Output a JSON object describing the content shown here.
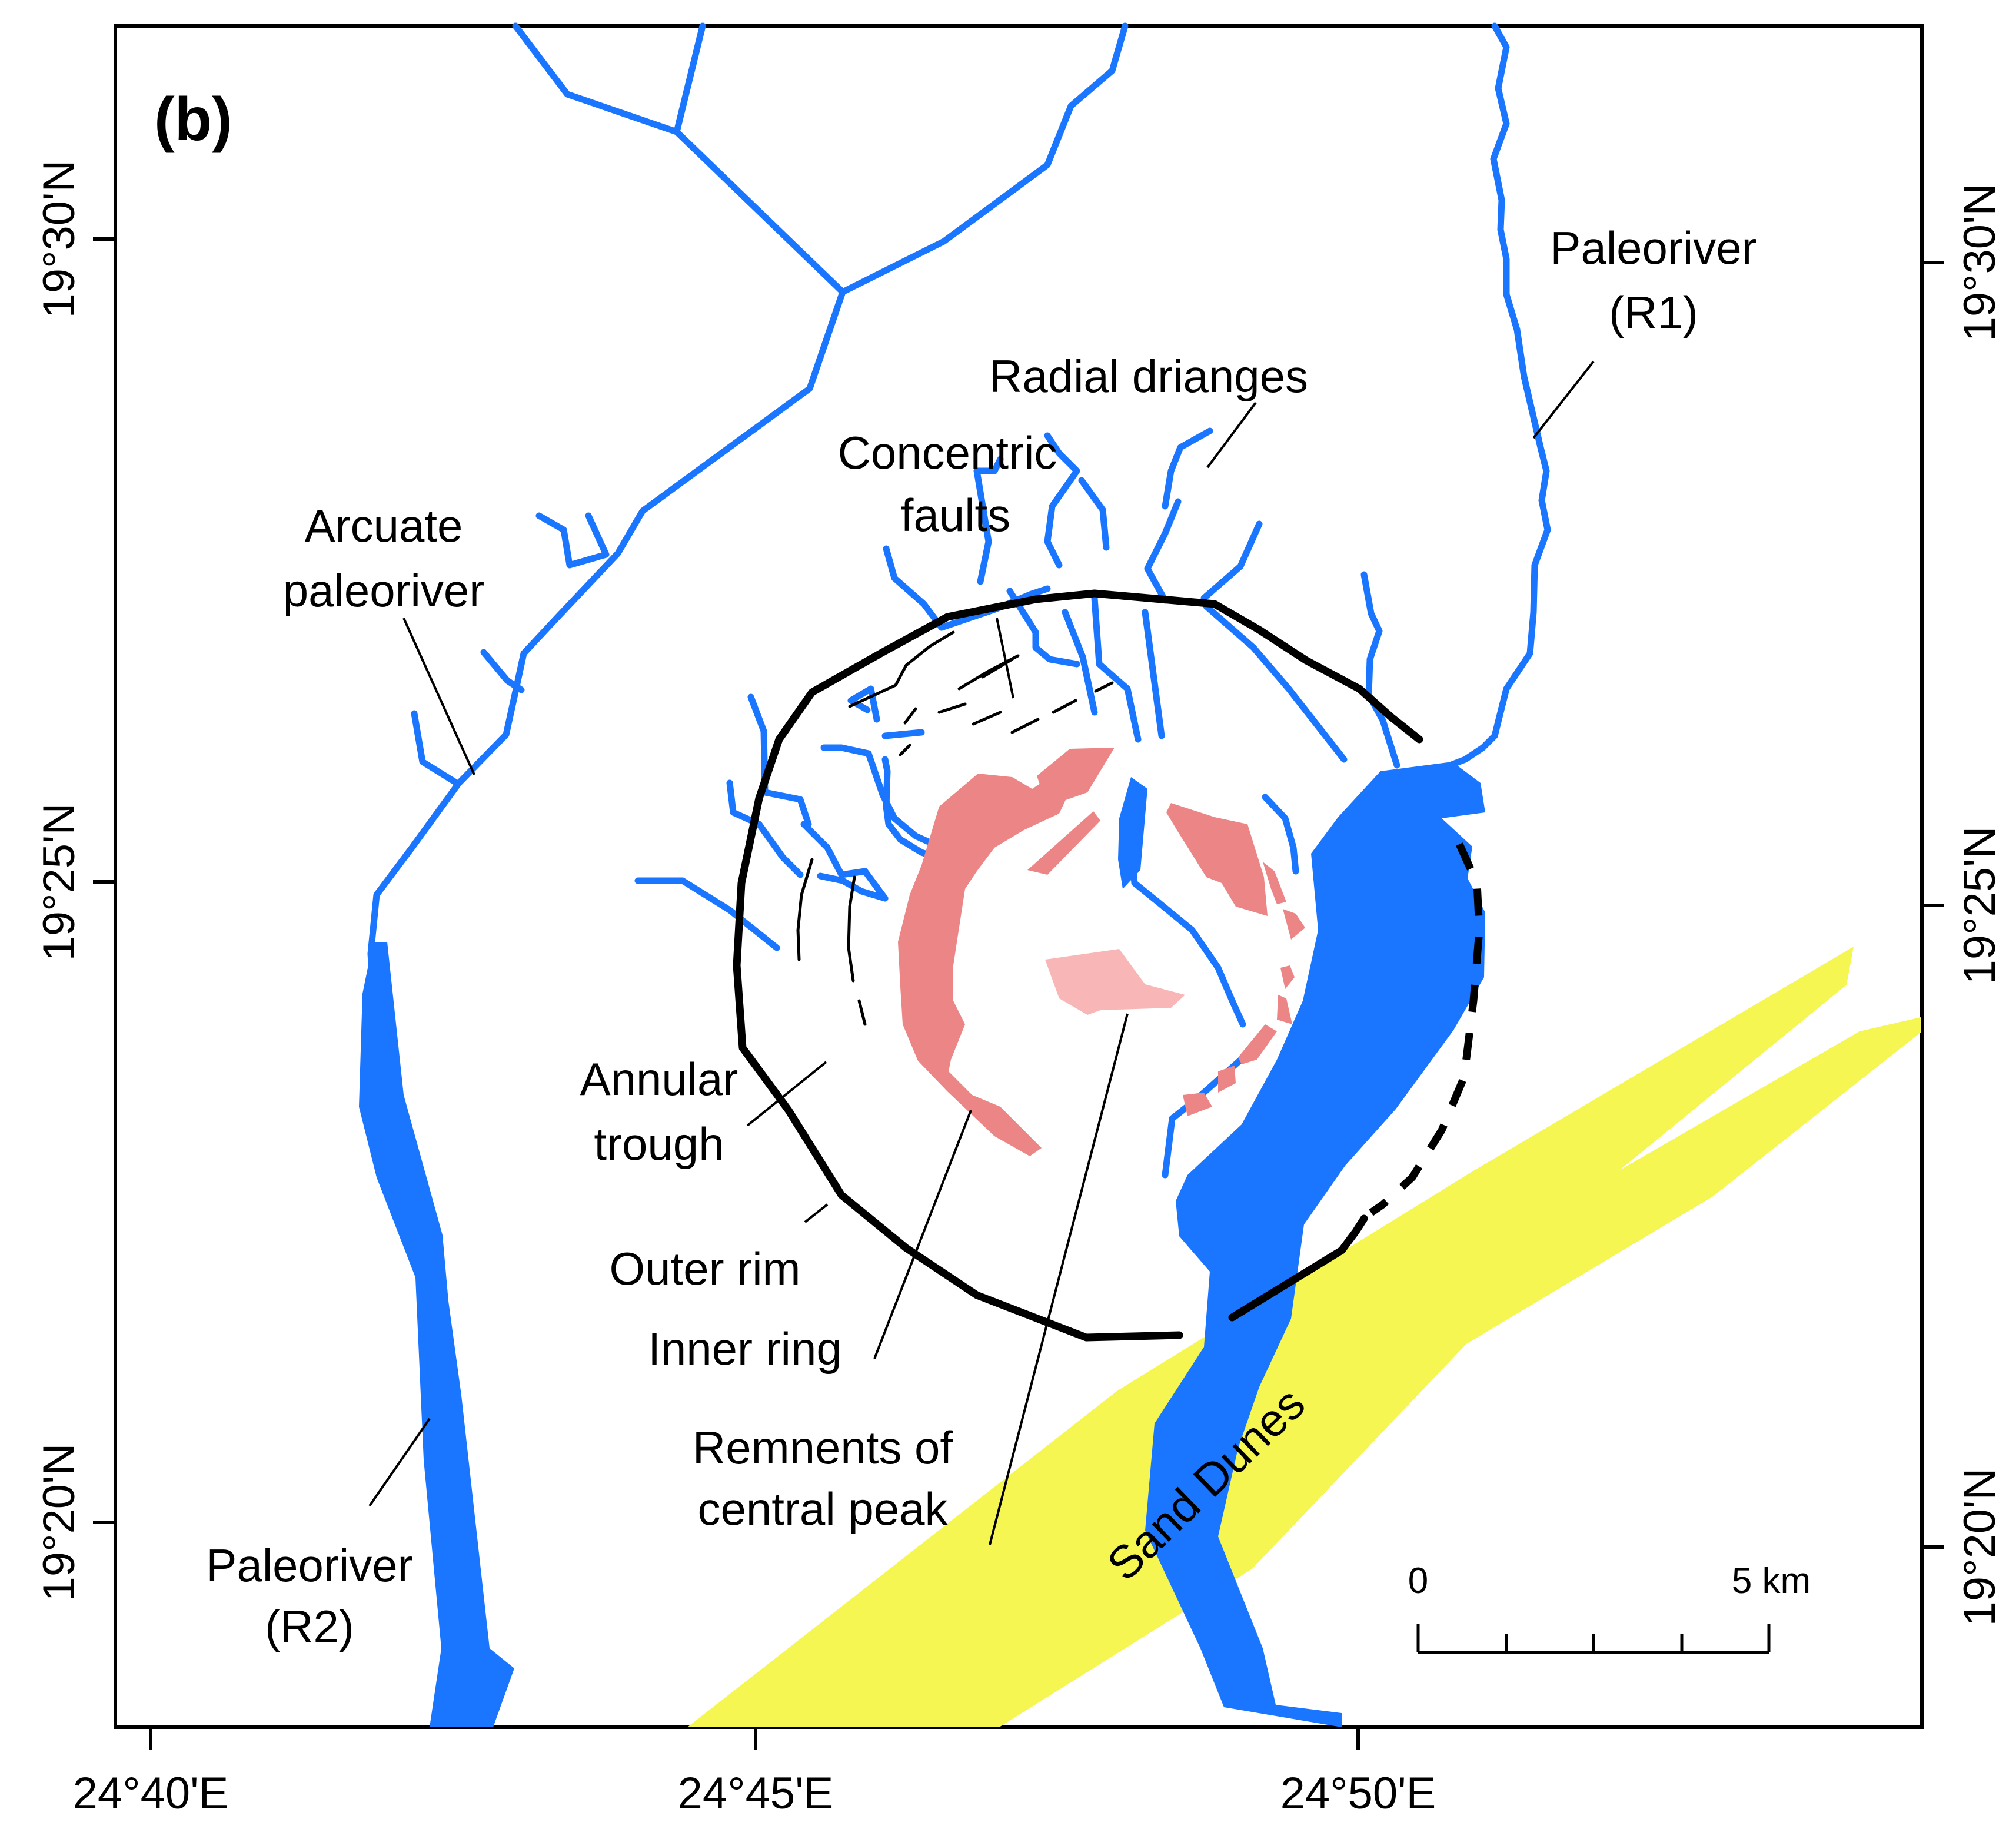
{
  "panel_label": "(b)",
  "axes": {
    "bottom_longitudes": [
      "24°40'E",
      "24°45'E",
      "24°50'E"
    ],
    "left_latitudes": [
      "19°30'N",
      "19°25'N",
      "19°20'N"
    ],
    "right_latitudes": [
      "19°30'N",
      "19°25'N",
      "19°20'N"
    ]
  },
  "labels": {
    "paleoriver_r1_line1": "Paleoriver",
    "paleoriver_r1_line2": "(R1)",
    "radial_drainages": "Radial  drianges",
    "concentric_faults_line1": "Concentric",
    "concentric_faults_line2": "faults",
    "arcuate_paleoriver_line1": "Arcuate",
    "arcuate_paleoriver_line2": "paleoriver",
    "annular_trough_line1": "Annular",
    "annular_trough_line2": "trough",
    "outer_rim": "Outer rim",
    "inner_ring": "Inner ring",
    "central_peak_line1": "Remnents of",
    "central_peak_line2": "central peak",
    "paleoriver_r2_line1": "Paleoriver",
    "paleoriver_r2_line2": "(R2)",
    "sand_dunes": "Sand Dunes"
  },
  "scale_bar": {
    "start_label": "0",
    "end_label": "5 km"
  },
  "colors": {
    "river": "#1a75ff",
    "inner_ring": "#ec8585",
    "central_peak": "#f9b6b6",
    "sand_dunes": "#f6f652",
    "rim": "#000000",
    "frame": "#000000"
  }
}
